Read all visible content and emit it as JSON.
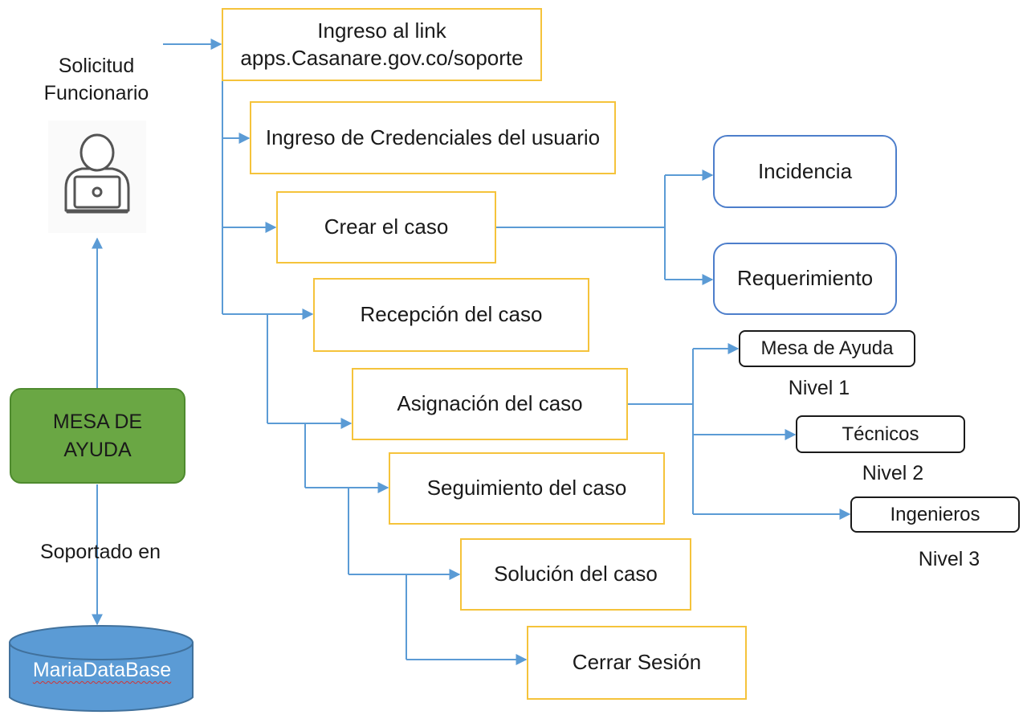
{
  "actor": {
    "label": "Solicitud\nFuncionario",
    "icon": "user-laptop-icon"
  },
  "hub": {
    "label": "MESA DE\nAYUDA",
    "fill": "#6aa744"
  },
  "support": {
    "label": "Soportado en"
  },
  "database": {
    "label": "MariaDataBase",
    "fill": "#5b9bd5"
  },
  "steps": [
    {
      "id": "link",
      "label": "Ingreso al link\napps.Casanare.gov.co/soporte"
    },
    {
      "id": "credentials",
      "label": "Ingreso de Credenciales del usuario"
    },
    {
      "id": "create",
      "label": "Crear el caso"
    },
    {
      "id": "reception",
      "label": "Recepción del caso"
    },
    {
      "id": "assignment",
      "label": "Asignación del caso"
    },
    {
      "id": "followup",
      "label": "Seguimiento del caso"
    },
    {
      "id": "solution",
      "label": "Solución del caso"
    },
    {
      "id": "logout",
      "label": "Cerrar Sesión"
    }
  ],
  "case_types": [
    {
      "id": "incident",
      "label": "Incidencia"
    },
    {
      "id": "requirement",
      "label": "Requerimiento"
    }
  ],
  "levels": [
    {
      "id": "helpdesk",
      "label": "Mesa de Ayuda",
      "level": "Nivel 1"
    },
    {
      "id": "technicians",
      "label": "Técnicos",
      "level": "Nivel 2"
    },
    {
      "id": "engineers",
      "label": "Ingenieros",
      "level": "Nivel 3"
    }
  ],
  "colors": {
    "step_border": "#f5c33b",
    "choice_border": "#4d7ecb",
    "connector": "#5b9bd5",
    "level_border": "#1a1a1a"
  }
}
